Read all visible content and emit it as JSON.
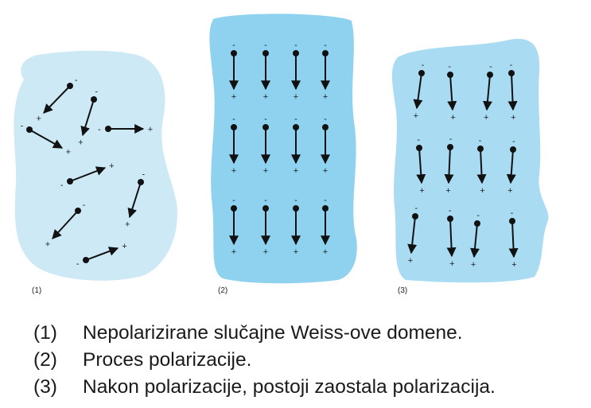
{
  "colors": {
    "panel1_fill": "#cde9f6",
    "panel2_fill": "#8fd2ef",
    "panel3_fill": "#a9dcf3",
    "arrow": "#111111"
  },
  "panels": [
    {
      "label": "(1)",
      "title": "Nepolarizirane slučajne Weiss-ove domene."
    },
    {
      "label": "(2)",
      "title": "Proces polarizacije."
    },
    {
      "label": "(3)",
      "title": "Nakon polarizacije, postoji zaostala polarizacija."
    }
  ],
  "legend": [
    {
      "num": "(1)",
      "text": "Nepolarizirane slučajne Weiss-ove domene."
    },
    {
      "num": "(2)",
      "text": "Proces polarizacije."
    },
    {
      "num": "(3)",
      "text": "Nakon polarizacije, postoji zaostala polarizacija."
    }
  ],
  "dipole_signs": {
    "negative": "-",
    "positive": "+"
  }
}
